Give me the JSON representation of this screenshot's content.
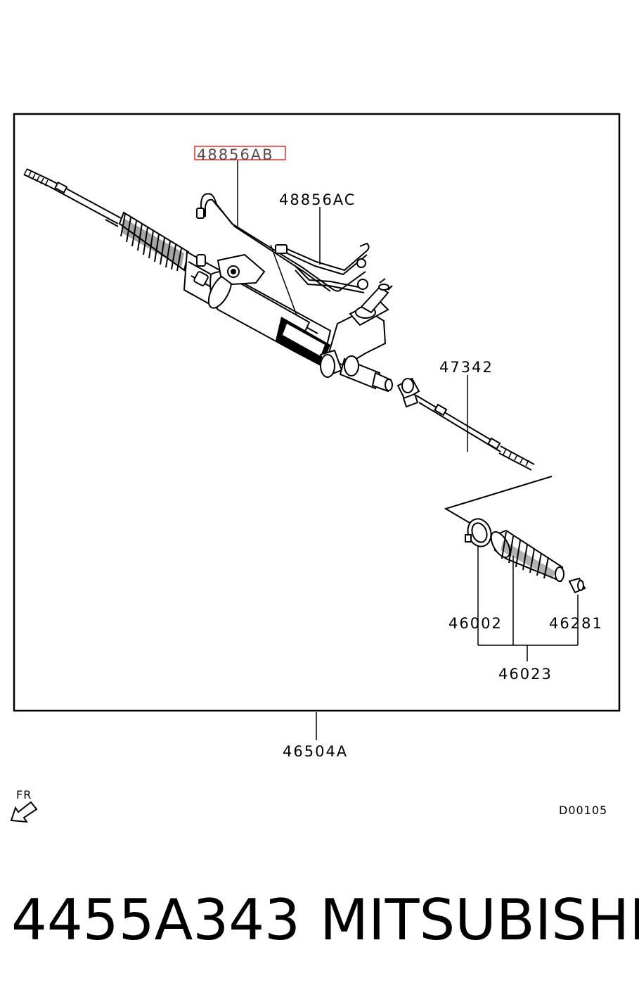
{
  "diagram": {
    "highlight_color": "#e03030",
    "labels": {
      "p48856AB": "48856AB",
      "p48856AC": "48856AC",
      "p47342": "47342",
      "p46002": "46002",
      "p46281": "46281",
      "p46023": "46023",
      "p46504A": "46504A"
    },
    "front_indicator": "FR",
    "diagram_code": "D00105"
  },
  "caption": {
    "part_number": "4455A343",
    "brand": "MITSUBISHI"
  }
}
